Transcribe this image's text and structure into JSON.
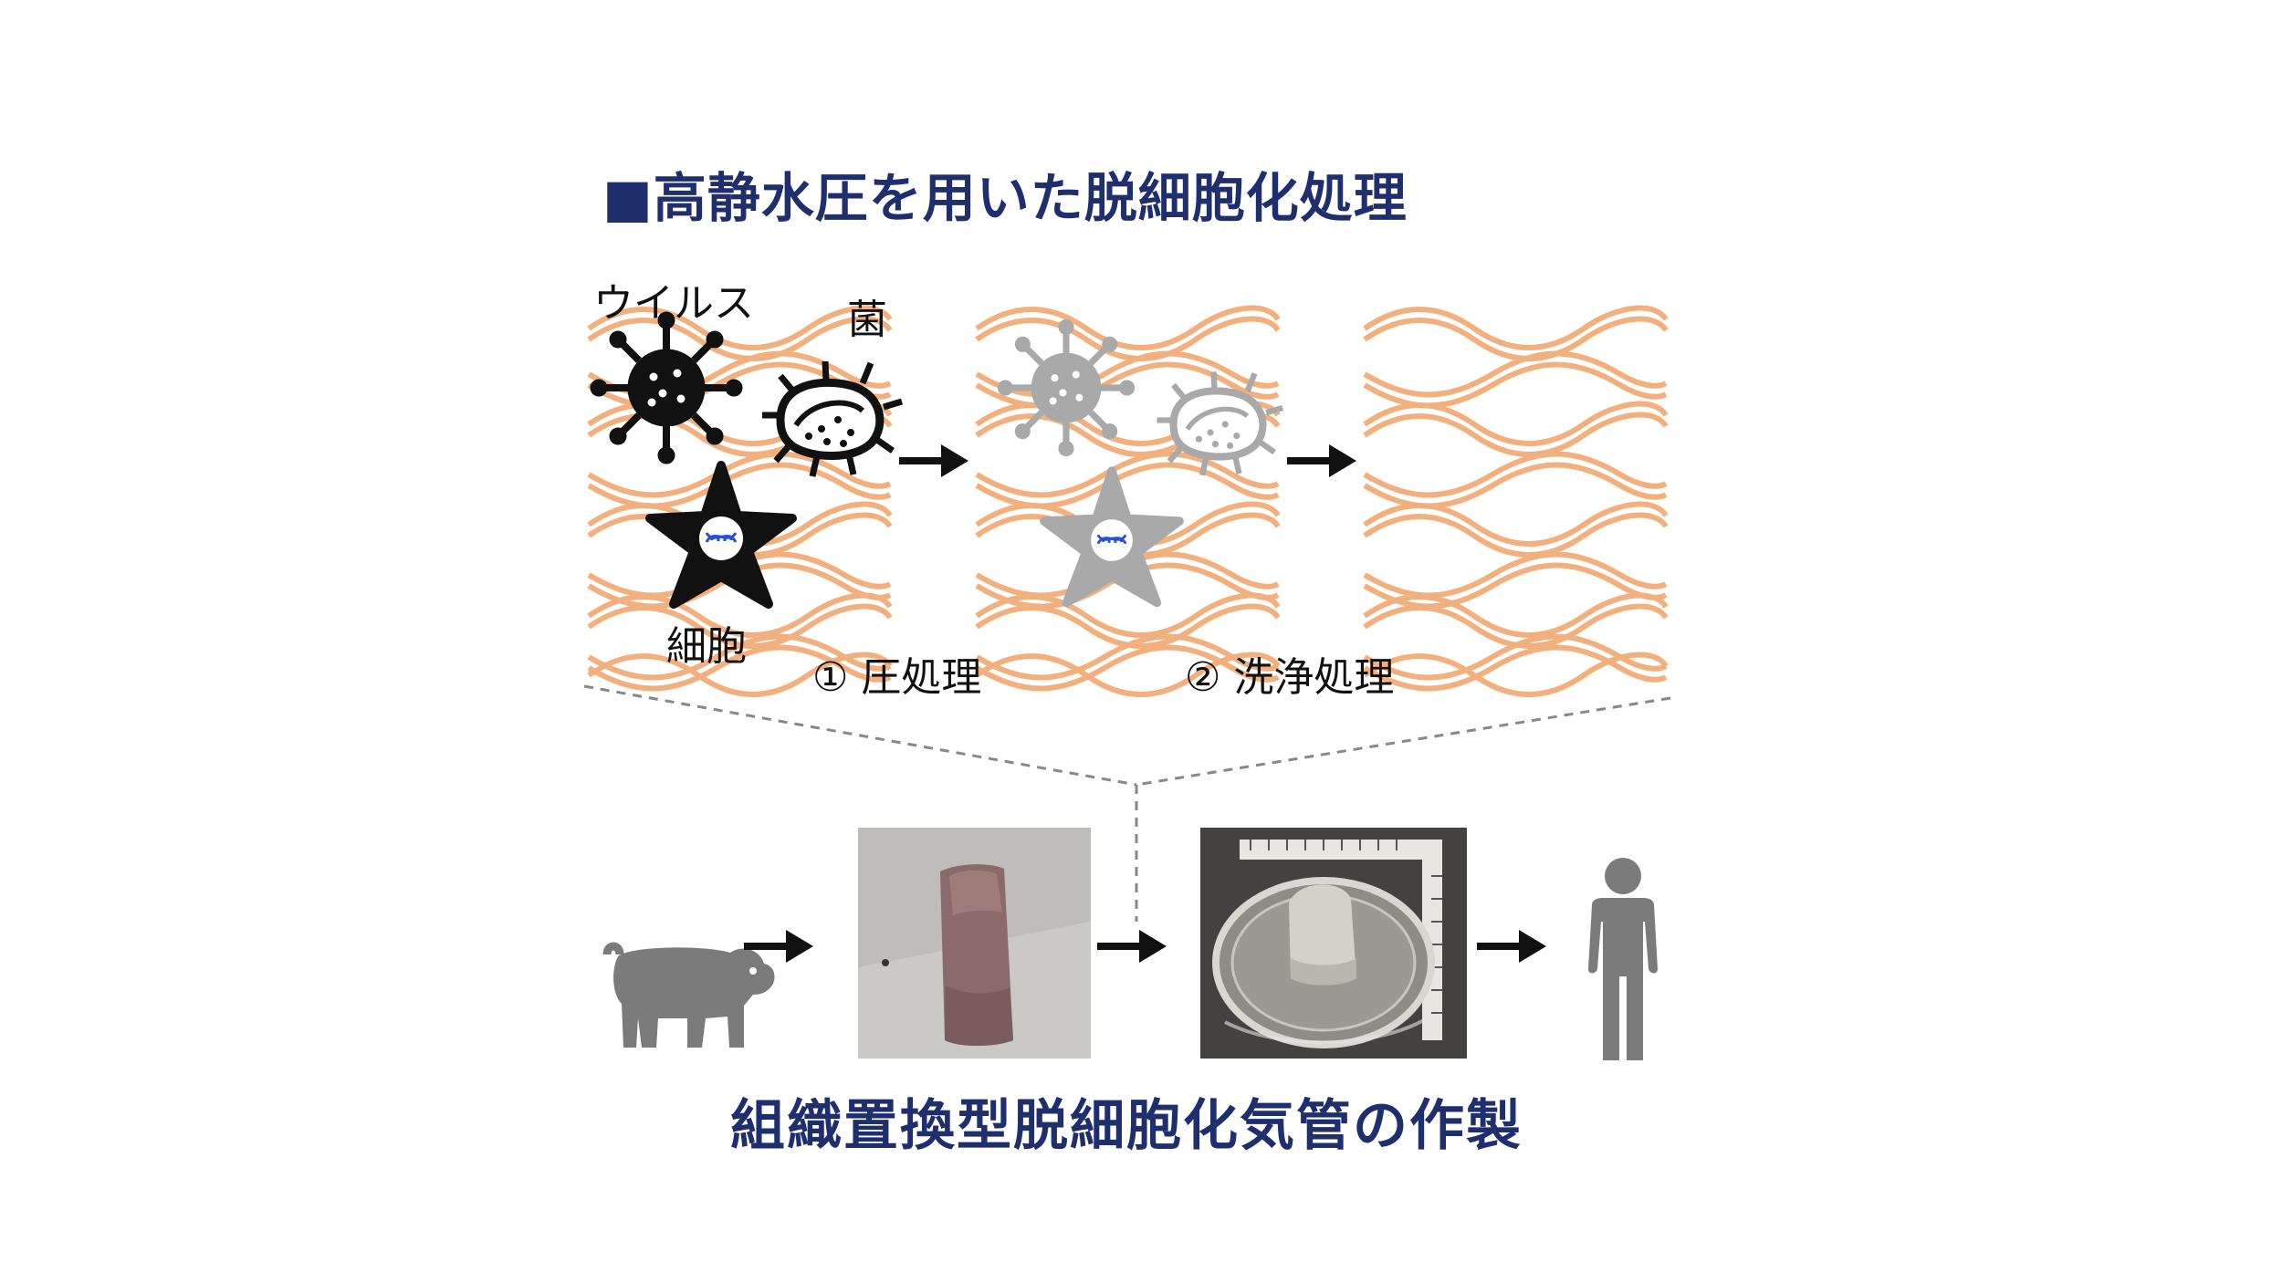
{
  "title": "■高静水圧を用いた脱細胞化処理",
  "labels": {
    "virus": "ウイルス",
    "bacteria": "菌",
    "cell": "細胞",
    "step1": "① 圧処理",
    "step2": "② 洗浄処理"
  },
  "subtitle": "組織置換型脱細胞化気管の作製",
  "colors": {
    "title": "#1f2f6e",
    "fiber": "#f2b07e",
    "pathogen_before": "#111111",
    "pathogen_after": "#a9a9a9",
    "dna": "#2a4fd6",
    "icon_gray": "#7b7b7b"
  },
  "icons": [
    "virus-icon",
    "bacteria-icon",
    "cell-icon",
    "dna-icon",
    "arrow-icon",
    "pig-icon",
    "person-icon"
  ]
}
